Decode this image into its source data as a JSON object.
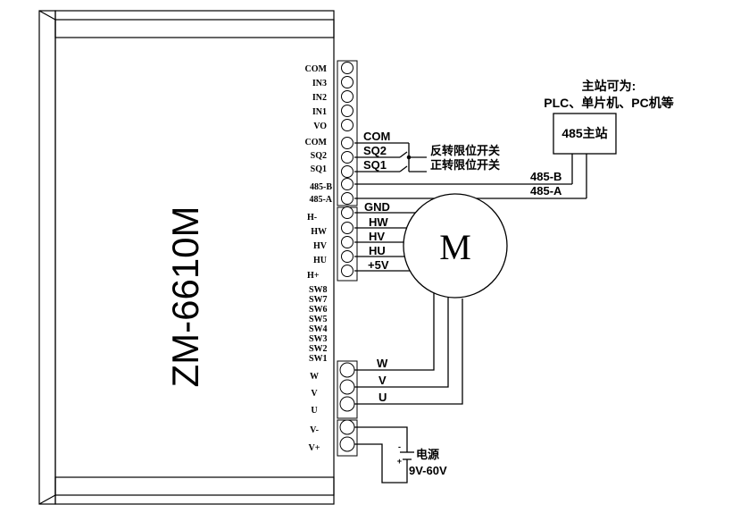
{
  "controller": {
    "model": "ZM-6610M",
    "top_terminals": [
      "COM",
      "IN3",
      "IN2",
      "IN1",
      "VO",
      "COM",
      "SQ2",
      "SQ1",
      "485-B",
      "485-A"
    ],
    "hall_terminals": [
      "H-",
      "HW",
      "HV",
      "HU",
      "H+"
    ],
    "switch_labels": [
      "SW8",
      "SW7",
      "SW6",
      "SW5",
      "SW4",
      "SW3",
      "SW2",
      "SW1"
    ],
    "phase_terminals": [
      "W",
      "V",
      "U"
    ],
    "power_terminals": [
      "V-",
      "V+"
    ]
  },
  "wiring": {
    "com": "COM",
    "sq2": "SQ2",
    "sq1": "SQ1",
    "reverse_limit_switch": "反转限位开关",
    "forward_limit_switch": "正转限位开关",
    "rs485_b": "485-B",
    "rs485_a": "485-A",
    "hall_wires": [
      "GND",
      "HW",
      "HV",
      "HU",
      "+5V"
    ],
    "phase_wires": [
      "W",
      "V",
      "U"
    ]
  },
  "master": {
    "caption_line1": "主站可为:",
    "caption_line2": "PLC、单片机、PC机等",
    "box_label": "485主站"
  },
  "motor": {
    "label": "M"
  },
  "power": {
    "label": "电源",
    "range": "9V-60V",
    "minus_sign": "-",
    "plus_sign": "+"
  }
}
